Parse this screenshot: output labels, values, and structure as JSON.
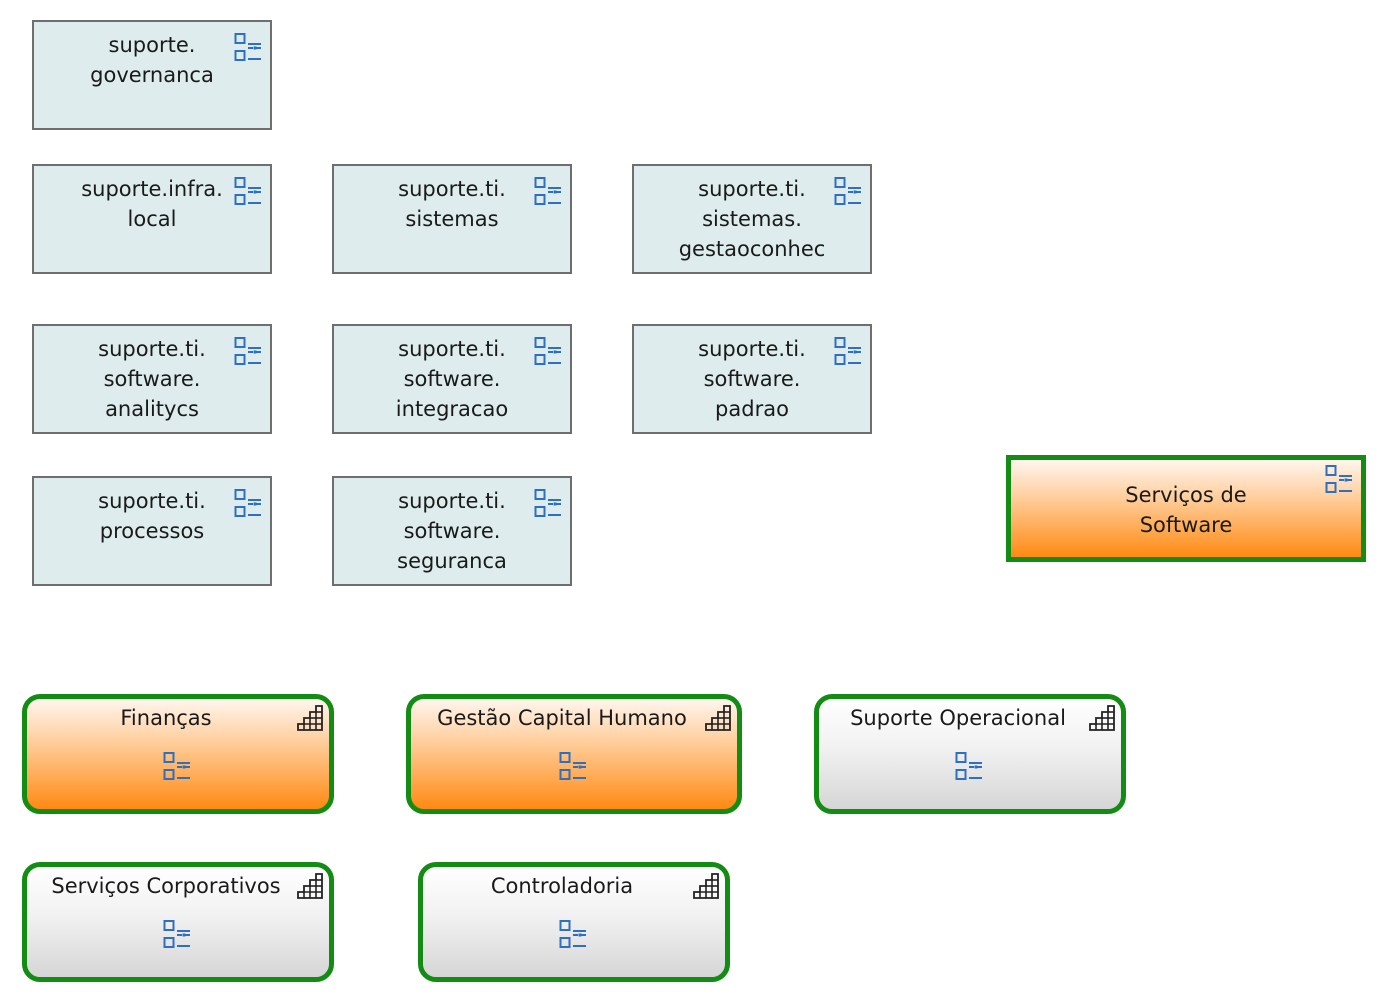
{
  "module_nodes": [
    {
      "id": "governanca",
      "label": "suporte.\ngovernanca",
      "icon": "list-icon"
    },
    {
      "id": "infra-local",
      "label": "suporte.infra.\nlocal",
      "icon": "list-icon"
    },
    {
      "id": "ti-sistemas",
      "label": "suporte.ti.\nsistemas",
      "icon": "list-icon"
    },
    {
      "id": "ti-sistemas-gestaoconhec",
      "label": "suporte.ti.\nsistemas.\ngestaoconhec",
      "icon": "list-icon"
    },
    {
      "id": "ti-software-analitycs",
      "label": "suporte.ti.\nsoftware.\nanalitycs",
      "icon": "list-icon"
    },
    {
      "id": "ti-software-integracao",
      "label": "suporte.ti.\nsoftware.\nintegracao",
      "icon": "list-icon"
    },
    {
      "id": "ti-software-padrao",
      "label": "suporte.ti.\nsoftware.\npadrao",
      "icon": "list-icon"
    },
    {
      "id": "ti-processos",
      "label": "suporte.ti.\nprocessos",
      "icon": "list-icon"
    },
    {
      "id": "ti-software-seguranca",
      "label": "suporte.ti.\nsoftware.\nseguranca",
      "icon": "list-icon"
    }
  ],
  "highlighted_node": {
    "label": "Serviços de\nSoftware",
    "icon": "list-icon",
    "fill": "orange",
    "border_color": "#138c13"
  },
  "capability_nodes": [
    {
      "id": "financas",
      "title": "Finanças",
      "style": "orange",
      "icons": [
        "grid-icon",
        "list-icon"
      ]
    },
    {
      "id": "gestao-capital-humano",
      "title": "Gestão Capital Humano",
      "style": "orange",
      "icons": [
        "grid-icon",
        "list-icon"
      ]
    },
    {
      "id": "suporte-operacional",
      "title": "Suporte Operacional",
      "style": "grey",
      "icons": [
        "grid-icon",
        "list-icon"
      ]
    },
    {
      "id": "servicos-corporativos",
      "title": "Serviços Corporativos",
      "style": "grey",
      "icons": [
        "grid-icon",
        "list-icon"
      ]
    },
    {
      "id": "controladoria",
      "title": "Controladoria",
      "style": "grey",
      "icons": [
        "grid-icon",
        "list-icon"
      ]
    }
  ],
  "colors": {
    "module_fill": "#deeced",
    "module_border": "#6e6e6e",
    "capability_border": "#138c13",
    "orange": "#ff8a12",
    "icon_blue": "#2d6fc0"
  }
}
